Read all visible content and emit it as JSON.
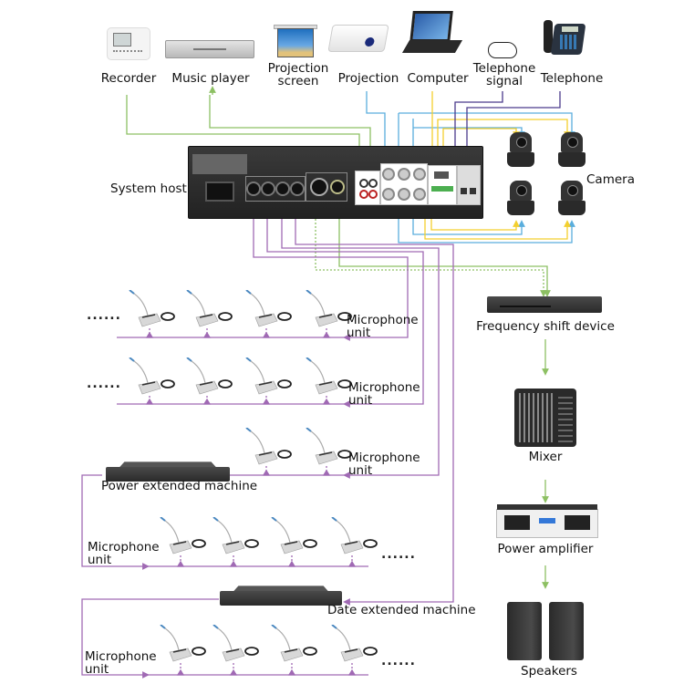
{
  "colors": {
    "green": "#8dc063",
    "blue": "#5aaedd",
    "yellow": "#f3cf2e",
    "purple": "#a06ab4",
    "dark_purple": "#4a3a8c"
  },
  "top_devices": [
    {
      "id": "recorder",
      "label": "Recorder",
      "icon": "recorder-icon"
    },
    {
      "id": "music-player",
      "label": "Music player",
      "icon": "dvd-player-icon"
    },
    {
      "id": "projection-screen",
      "label_line1": "Projection",
      "label_line2": "screen",
      "icon": "projection-screen-icon"
    },
    {
      "id": "projection",
      "label": "Projection",
      "icon": "projector-icon"
    },
    {
      "id": "computer",
      "label": "Computer",
      "icon": "laptop-icon"
    },
    {
      "id": "telephone-signal",
      "label_line1": "Telephone",
      "label_line2": "signal",
      "icon": "cloud-icon"
    },
    {
      "id": "telephone",
      "label": "Telephone",
      "icon": "telephone-icon"
    }
  ],
  "system_host": {
    "label": "System host"
  },
  "camera": {
    "label": "Camera",
    "count": 4
  },
  "audio_chain": [
    {
      "id": "frequency-shift-device",
      "label": "Frequency shift device"
    },
    {
      "id": "mixer",
      "label": "Mixer"
    },
    {
      "id": "power-amplifier",
      "label": "Power amplifier"
    },
    {
      "id": "speakers",
      "label": "Speakers"
    }
  ],
  "microphone_rows": [
    {
      "label_line1": "Microphone",
      "label_line2": "unit",
      "units": 4,
      "ellipsis": "......"
    },
    {
      "label_line1": "Microphone",
      "label_line2": "unit",
      "units": 4,
      "ellipsis": "......"
    },
    {
      "label_line1": "Microphone",
      "label_line2": "unit",
      "units": 2,
      "ellipsis": ""
    },
    {
      "label_line1": "Microphone",
      "label_line2": "unit",
      "units": 4,
      "ellipsis": "......"
    },
    {
      "label_line1": "Microphone",
      "label_line2": "unit",
      "units": 4,
      "ellipsis": "......"
    }
  ],
  "power_extended_machine": {
    "label": "Power extended machine"
  },
  "date_extended_machine": {
    "label": "Date extended machine"
  }
}
